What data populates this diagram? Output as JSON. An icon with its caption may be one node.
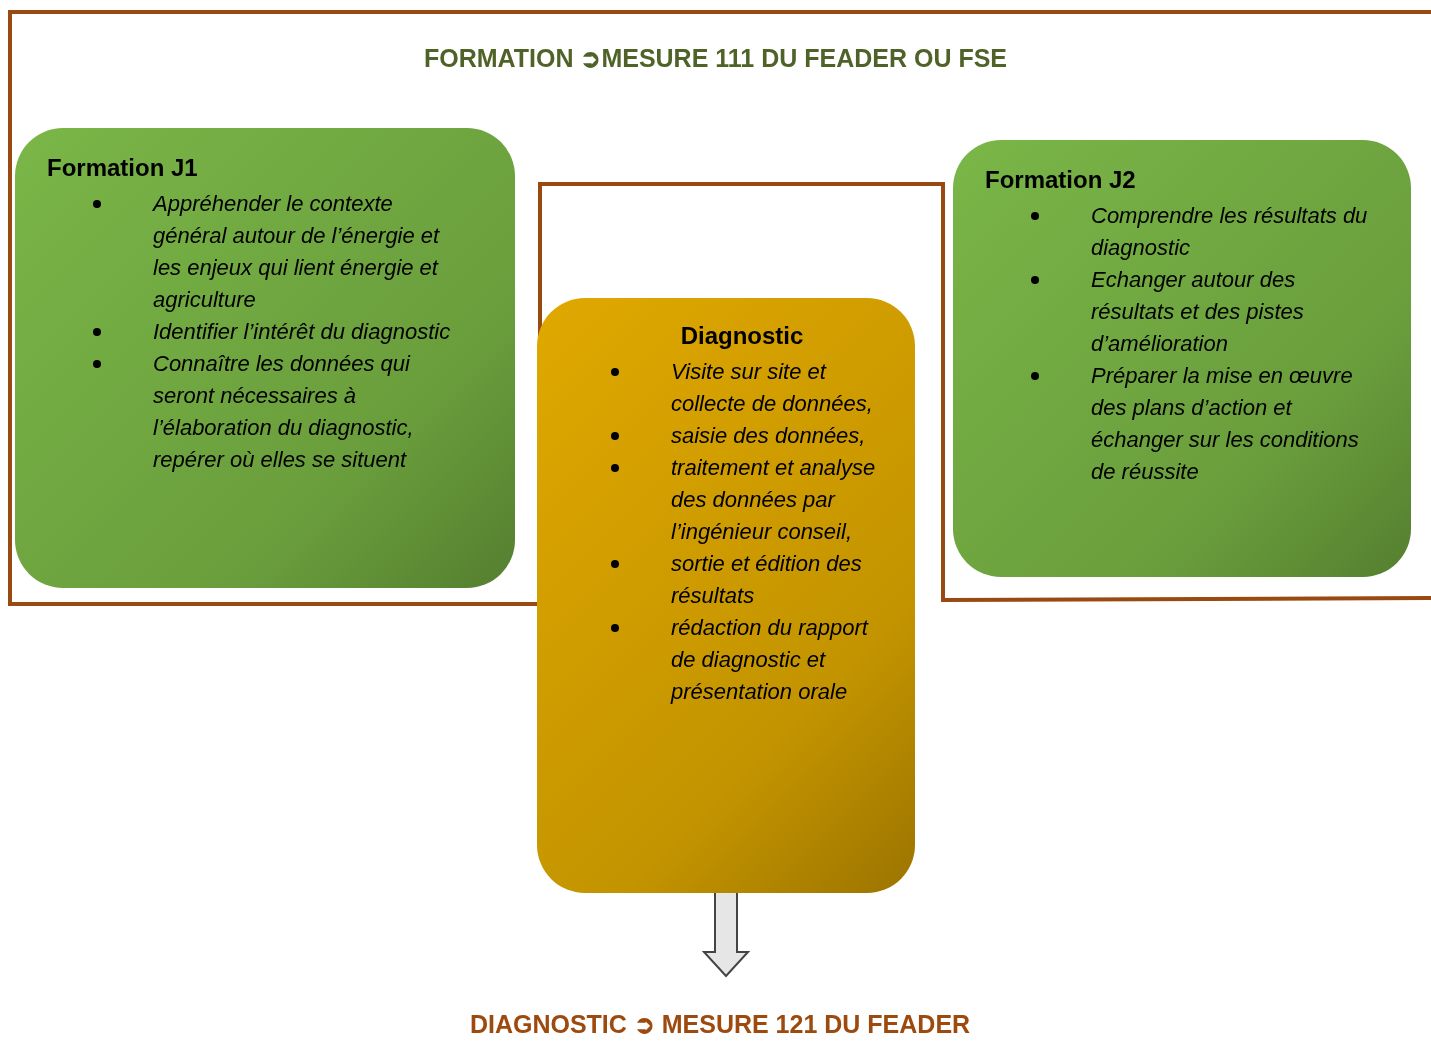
{
  "diagram": {
    "title": "FORMATION ➲MESURE 111 DU FEADER OU FSE",
    "nodes": [
      {
        "text": [
          "Formation J1",
          "Appréhender le contexte général autour de l’énergie et les enjeux qui lient énergie et agriculture",
          "Identifier l’intérêt du diagnostic",
          "Connaître les données qui seront nécessaires à l’élaboration du diagnostic, repérer où elles se situent"
        ]
      },
      {
        "text": [
          "Formation J2",
          "Comprendre les résultats du diagnostic",
          "Echanger autour des résultats et des pistes d’amélioration",
          "Préparer la mise en œuvre des plans d’action et échanger sur les conditions de réussite"
        ]
      },
      {
        "text": [
          "Diagnostic",
          "Visite sur site et collecte de données,",
          "saisie des données,",
          "traitement et analyse des données par l’ingénieur conseil,",
          "sortie et édition des résultats",
          "rédaction du rapport de diagnostic et présentation orale"
        ]
      },
      {
        "text": [
          "DIAGNOSTIC ➲ MESURE 121 DU FEADER"
        ]
      }
    ],
    "edges": [
      {
        "from": 2,
        "to": 3,
        "arrow": "to"
      }
    ]
  }
}
